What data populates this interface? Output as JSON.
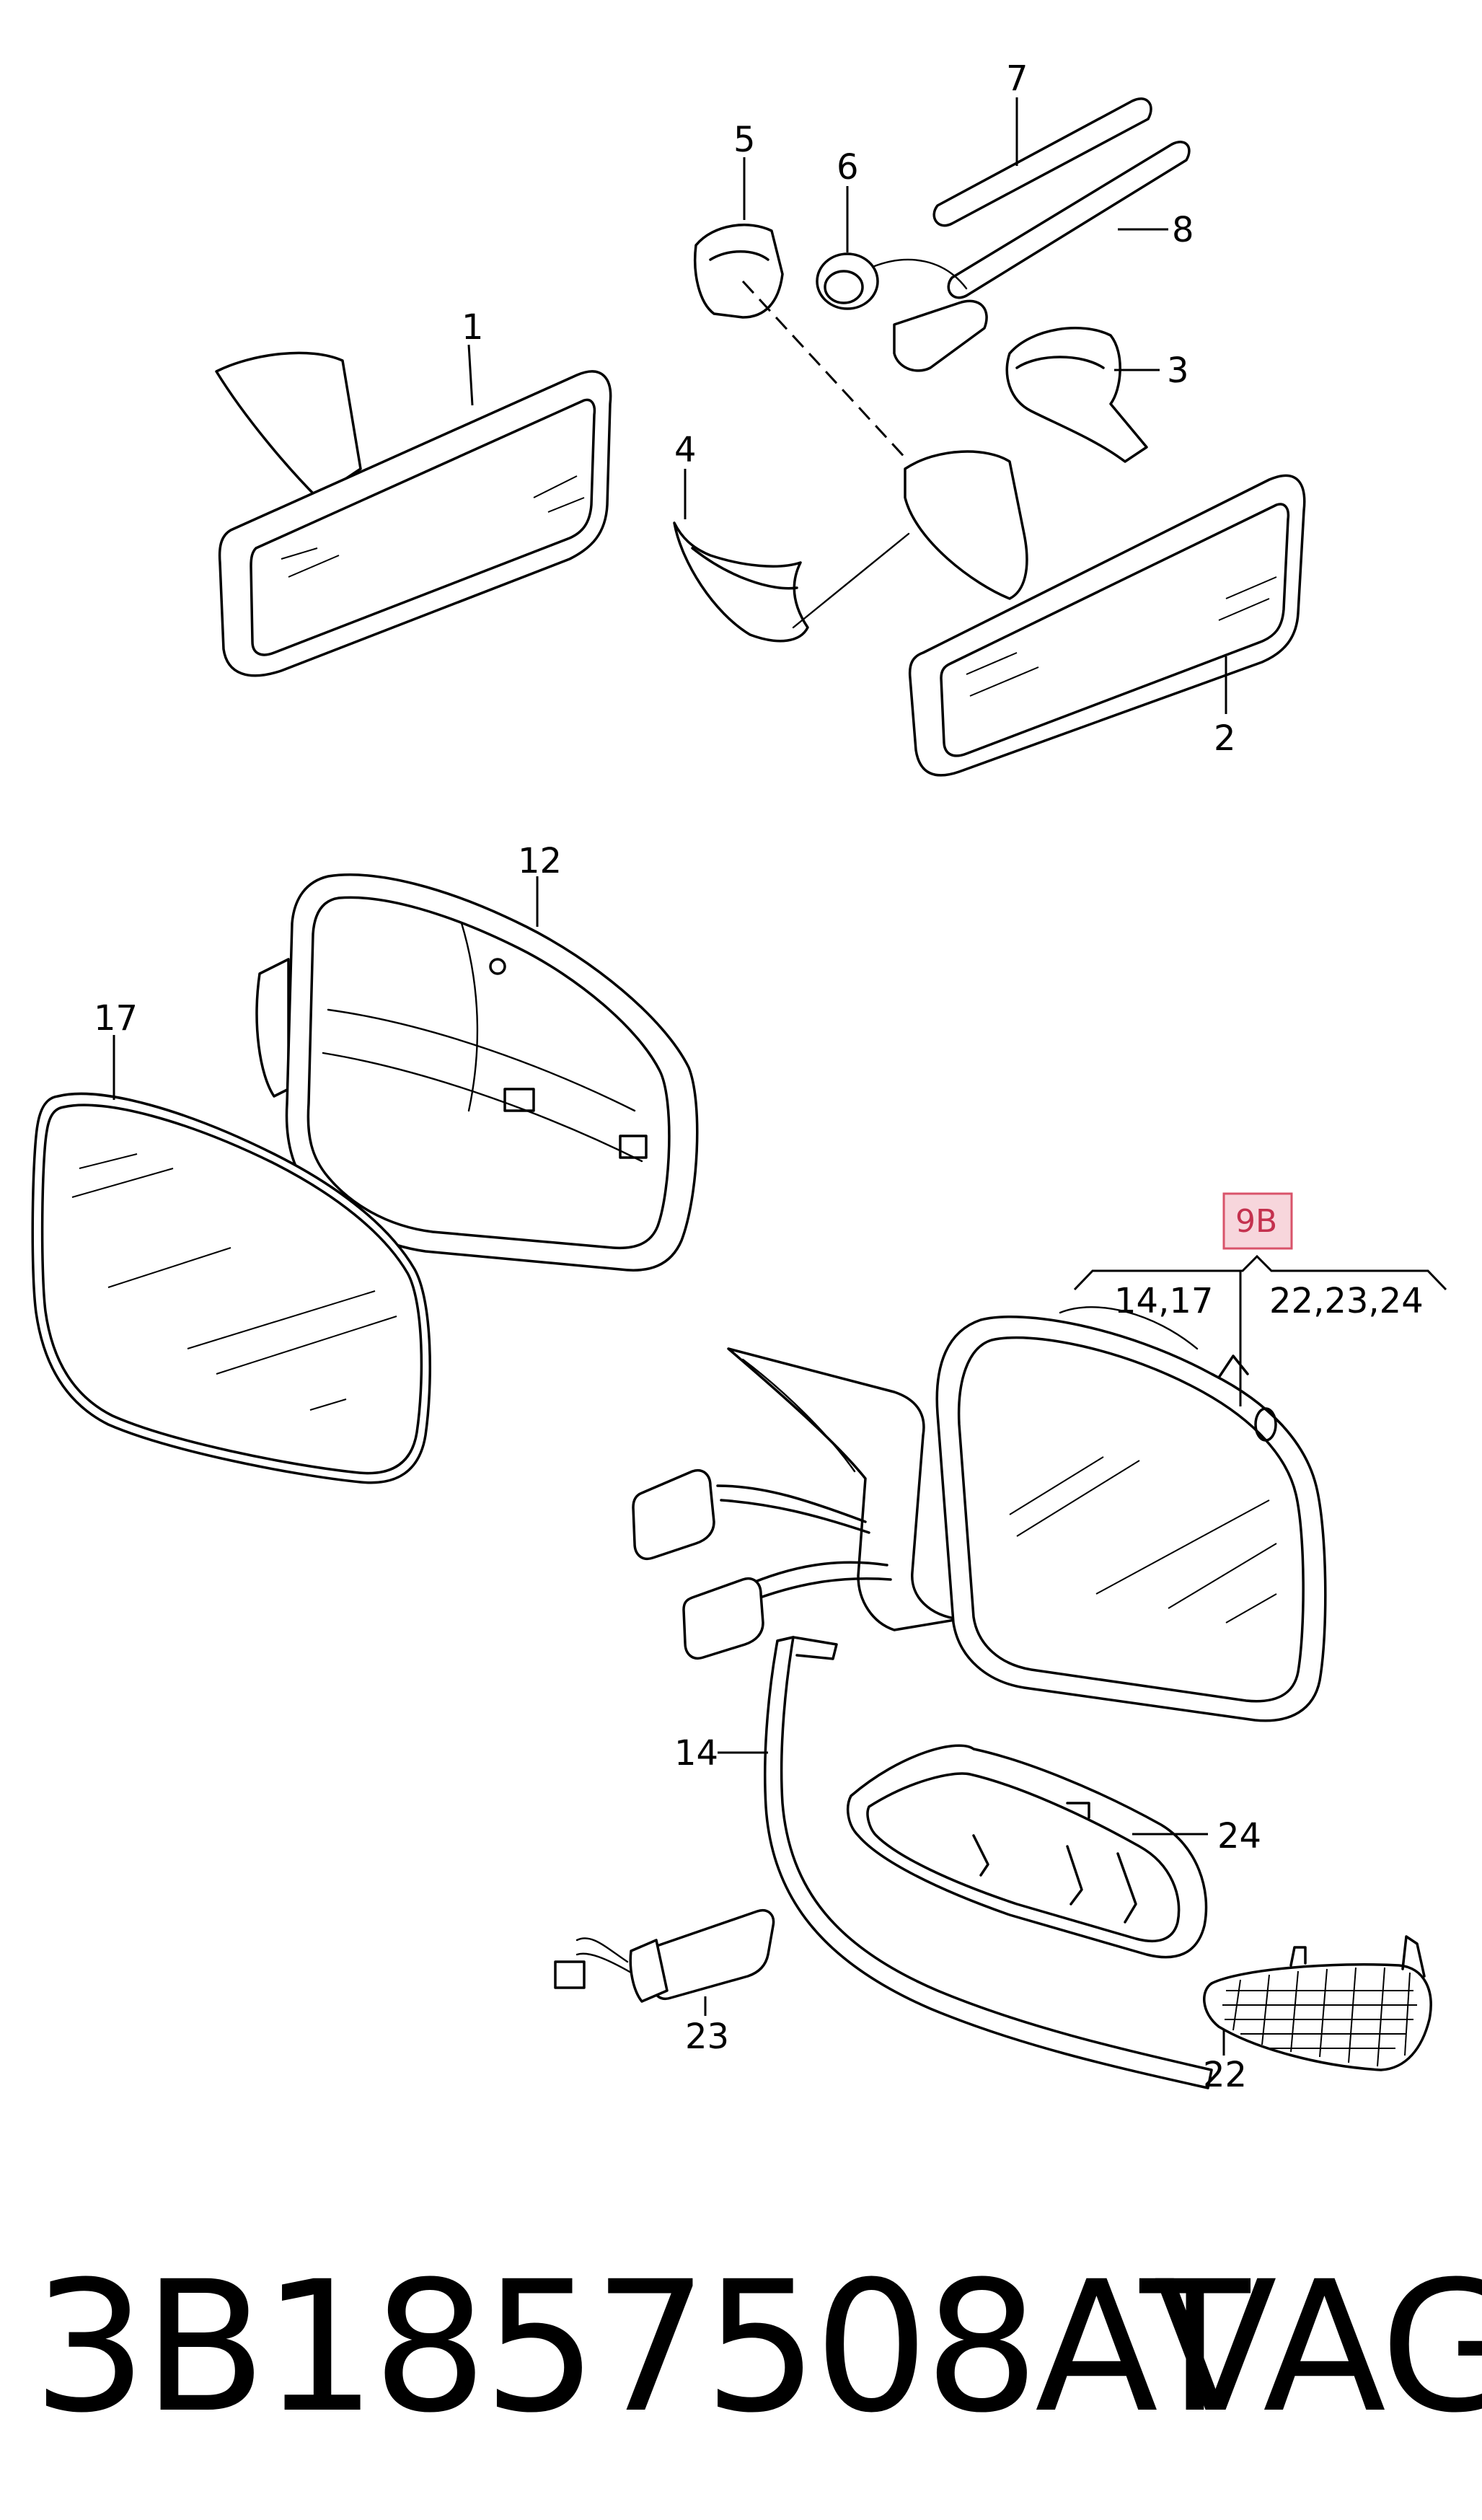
{
  "callouts": {
    "c1": "1",
    "c2": "2",
    "c3": "3",
    "c4": "4",
    "c5": "5",
    "c6": "6",
    "c7": "7",
    "c8": "8",
    "c12": "12",
    "c17": "17",
    "c9b": "9B",
    "c9b_left": "14,17",
    "c9b_right": "22,23,24",
    "c14": "14",
    "c22": "22",
    "c23": "23",
    "c24": "24"
  },
  "footer": {
    "part_number": "3B1857508AT",
    "brand": "VAG"
  },
  "colors": {
    "badge_fill": "#f7d6dc",
    "badge_border": "#d9536a",
    "badge_text": "#c4314e"
  }
}
